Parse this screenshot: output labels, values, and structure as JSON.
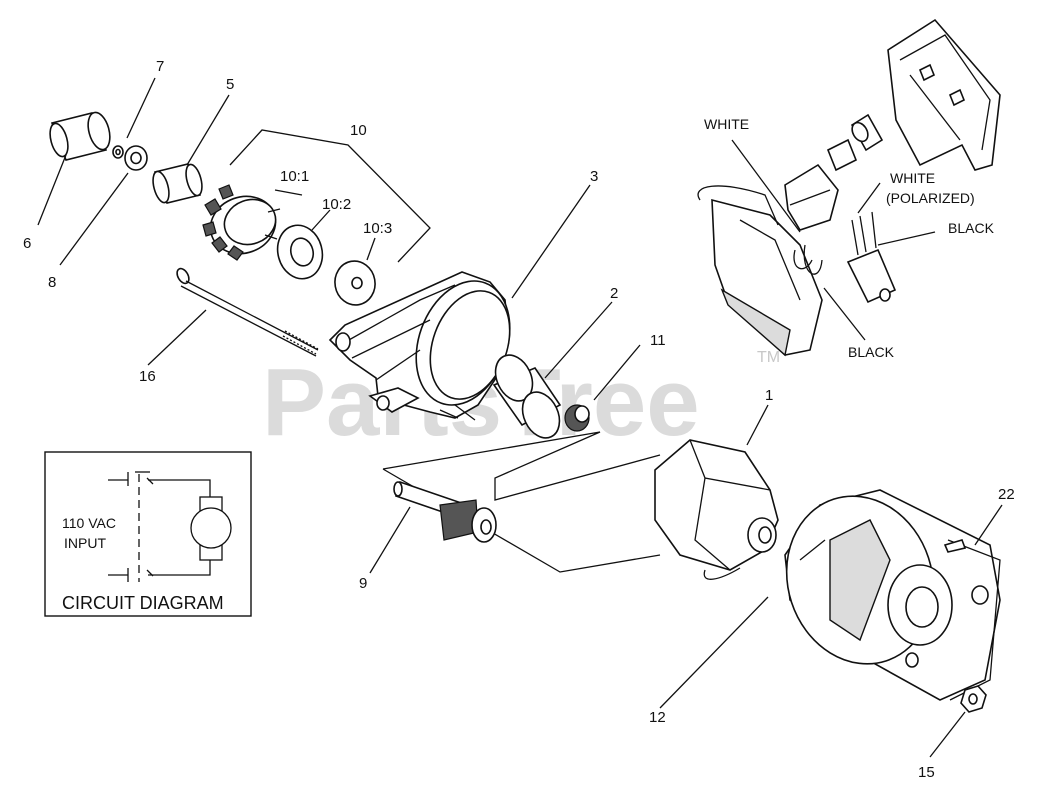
{
  "callouts": {
    "c1": "1",
    "c2": "2",
    "c3": "3",
    "c5": "5",
    "c6": "6",
    "c7": "7",
    "c8": "8",
    "c9": "9",
    "c10": "10",
    "c10_1": "10:1",
    "c10_2": "10:2",
    "c10_3": "10:3",
    "c11": "11",
    "c12": "12",
    "c15": "15",
    "c16": "16",
    "c22": "22"
  },
  "wires": {
    "white": "WHITE",
    "white_polarized_1": "WHITE",
    "white_polarized_2": "(POLARIZED)",
    "black_1": "BLACK",
    "black_2": "BLACK"
  },
  "circuit": {
    "input_1": "110 VAC",
    "input_2": "INPUT",
    "title": "CIRCUIT DIAGRAM"
  },
  "watermark": {
    "brand": "PartsTree",
    "mark": "TM"
  }
}
